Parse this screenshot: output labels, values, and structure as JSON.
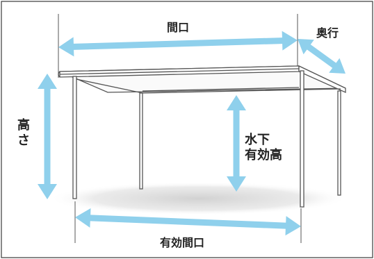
{
  "labels": {
    "width": "間口",
    "depth": "奥行",
    "height": "高さ",
    "clearance_line1": "水下",
    "clearance_line2": "有効高",
    "effective_width": "有効間口"
  },
  "colors": {
    "arrow": "#8fd0ec",
    "frame": "#3a3a3a",
    "structure": "#555555",
    "shadow": "#d9d9d9"
  }
}
